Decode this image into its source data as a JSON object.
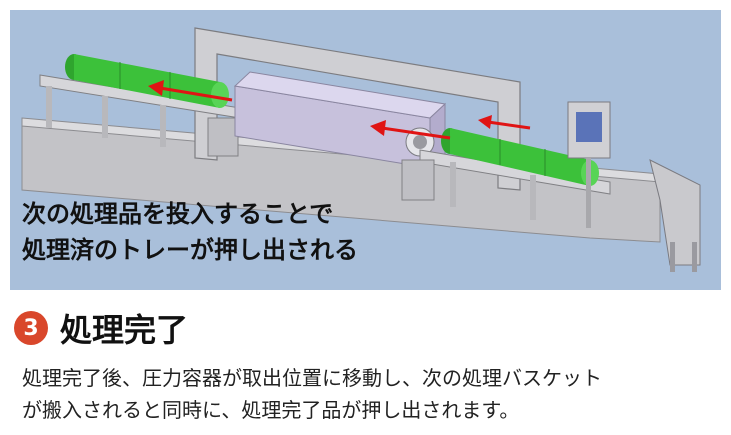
{
  "figure": {
    "caption_line1": "次の処理品を投入することで",
    "caption_line2": "処理済のトレーが押し出される",
    "colors": {
      "background": "#a9bfda",
      "frame": "#c9c9cc",
      "vessel": "#c7c1dc",
      "product": "#3cc13a",
      "arrow": "#e01414",
      "panel_screen": "#5a73b8"
    }
  },
  "step": {
    "number": "3",
    "title": "処理完了",
    "badge_color": "#d9472b"
  },
  "description": {
    "line1": "処理完了後、圧力容器が取出位置に移動し、次の処理バスケット",
    "line2": "が搬入されると同時に、処理完了品が押し出されます。"
  }
}
